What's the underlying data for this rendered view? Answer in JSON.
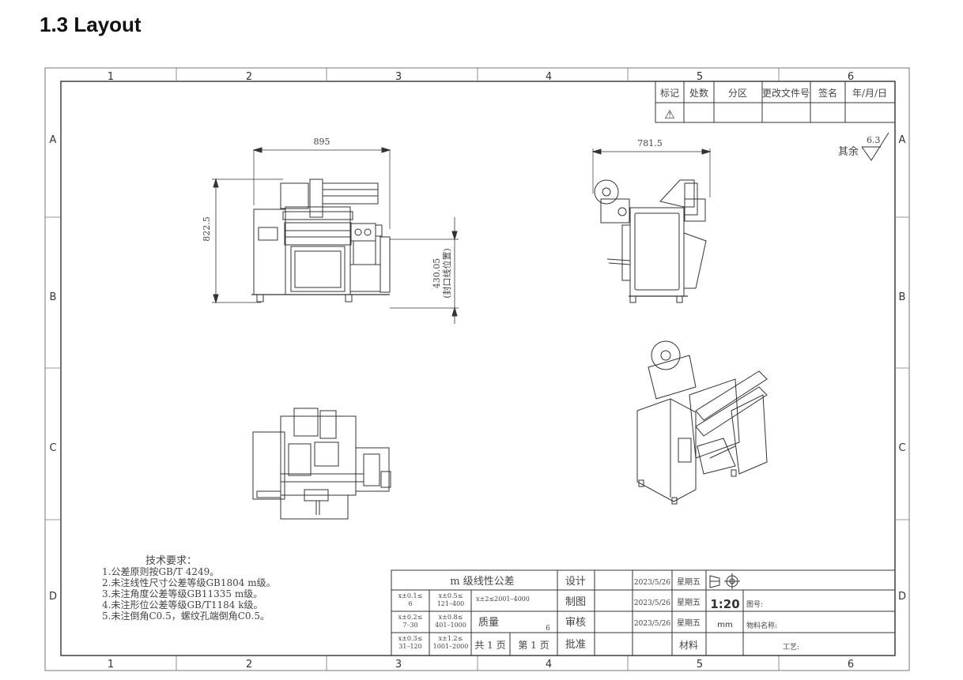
{
  "heading": "1.3 Layout",
  "frame": {
    "columns": [
      "1",
      "2",
      "3",
      "4",
      "5",
      "6"
    ],
    "rows": [
      "A",
      "B",
      "C",
      "D"
    ]
  },
  "revision_table": {
    "headers": [
      "标记",
      "处数",
      "分区",
      "更改文件号",
      "签名",
      "年/月/日"
    ],
    "mark_symbol": "⚠"
  },
  "surface_finish": {
    "label": "其余",
    "value": "6.3"
  },
  "dimensions": {
    "front_width": "895",
    "front_height": "822.5",
    "seal_height": "430.05",
    "seal_note": "(封口线位置)",
    "side_width": "781.5"
  },
  "tech_requirements": {
    "title": "技术要求：",
    "lines": [
      "1.公差原则按GB/T 4249。",
      "2.未注线性尺寸公差等级GB1804 m级。",
      "3.未注角度公差等级GB11335 m级。",
      "4.未注形位公差等级GB/T1184 k级。",
      "5.未注倒角C0.5，螺纹孔端倒角C0.5。"
    ]
  },
  "title_block": {
    "tolerance_title": "m 级线性公差",
    "tol": [
      [
        "x±0.1≤ 6",
        "x±0.5≤ 121–400",
        "x±2≤2001–4000"
      ],
      [
        "x±0.2≤ 7–30",
        "x±0.8≤ 401–1000"
      ],
      [
        "x±0.3≤ 31–120",
        "x±1.2≤ 1001–2000"
      ]
    ],
    "mass_label": "质量",
    "mass_value": "6",
    "page_total": "共 1 页",
    "page_current": "第 1 页",
    "roles": [
      "设计",
      "制图",
      "审核",
      "批准"
    ],
    "dates": [
      "2023/5/26",
      "2023/5/26",
      "2023/5/26"
    ],
    "names": [
      "星期五",
      "星期五",
      "星期五"
    ],
    "scale": "1:20",
    "unit": "mm",
    "material_label": "材料",
    "drawing_no_label": "图号:",
    "material_name_label": "物料名称:",
    "process_label": "工艺:"
  }
}
